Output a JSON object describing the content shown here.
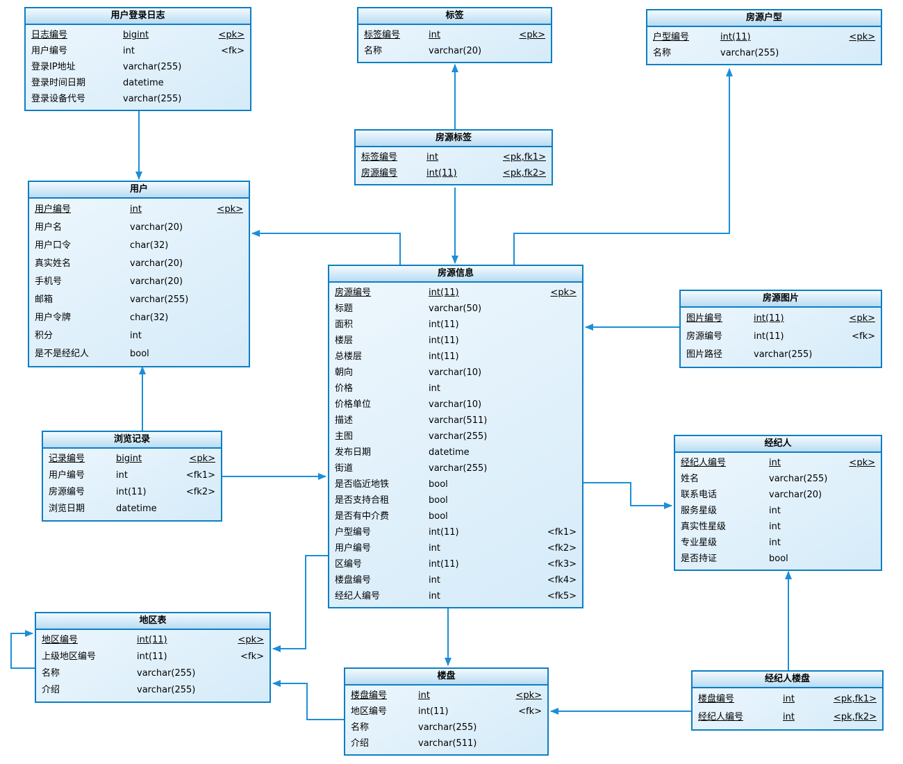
{
  "colors": {
    "background": "#ffffff",
    "table_border": "#0d7ec2",
    "header_top": "#f3fafe",
    "header_bottom": "#b9dcf3",
    "body_top": "#eef7fd",
    "body_bottom": "#d5ebf9",
    "connector": "#1b8ed8",
    "text": "#000000"
  },
  "tables": [
    {
      "id": "user_login_log",
      "title": "用户登录日志",
      "fields": [
        {
          "name": "日志编号",
          "type": "bigint",
          "key": "<pk>",
          "pk": true
        },
        {
          "name": "用户编号",
          "type": "int",
          "key": "<fk>"
        },
        {
          "name": "登录IP地址",
          "type": "varchar(255)",
          "key": ""
        },
        {
          "name": "登录时间日期",
          "type": "datetime",
          "key": ""
        },
        {
          "name": "登录设备代号",
          "type": "varchar(255)",
          "key": ""
        }
      ]
    },
    {
      "id": "tag",
      "title": "标签",
      "fields": [
        {
          "name": "标签编号",
          "type": "int",
          "key": "<pk>",
          "pk": true
        },
        {
          "name": "名称",
          "type": "varchar(20)",
          "key": ""
        }
      ]
    },
    {
      "id": "house_type",
      "title": "房源户型",
      "fields": [
        {
          "name": "户型编号",
          "type": "int(11)",
          "key": "<pk>",
          "pk": true
        },
        {
          "name": "名称",
          "type": "varchar(255)",
          "key": ""
        }
      ]
    },
    {
      "id": "house_tag",
      "title": "房源标签",
      "fields": [
        {
          "name": "标签编号",
          "type": "int",
          "key": "<pk,fk1>",
          "pk": true
        },
        {
          "name": "房源编号",
          "type": "int(11)",
          "key": "<pk,fk2>",
          "pk": true
        }
      ]
    },
    {
      "id": "user",
      "title": "用户",
      "fields": [
        {
          "name": "用户编号",
          "type": "int",
          "key": "<pk>",
          "pk": true
        },
        {
          "name": "用户名",
          "type": "varchar(20)",
          "key": ""
        },
        {
          "name": "用户口令",
          "type": "char(32)",
          "key": ""
        },
        {
          "name": "真实姓名",
          "type": "varchar(20)",
          "key": ""
        },
        {
          "name": "手机号",
          "type": "varchar(20)",
          "key": ""
        },
        {
          "name": "邮箱",
          "type": "varchar(255)",
          "key": ""
        },
        {
          "name": "用户令牌",
          "type": "char(32)",
          "key": ""
        },
        {
          "name": "积分",
          "type": "int",
          "key": ""
        },
        {
          "name": "是不是经纪人",
          "type": "bool",
          "key": ""
        }
      ]
    },
    {
      "id": "house_info",
      "title": "房源信息",
      "fields": [
        {
          "name": "房源编号",
          "type": "int(11)",
          "key": "<pk>",
          "pk": true
        },
        {
          "name": "标题",
          "type": "varchar(50)",
          "key": ""
        },
        {
          "name": "面积",
          "type": "int(11)",
          "key": ""
        },
        {
          "name": "楼层",
          "type": "int(11)",
          "key": ""
        },
        {
          "name": "总楼层",
          "type": "int(11)",
          "key": ""
        },
        {
          "name": "朝向",
          "type": "varchar(10)",
          "key": ""
        },
        {
          "name": "价格",
          "type": "int",
          "key": ""
        },
        {
          "name": "价格单位",
          "type": "varchar(10)",
          "key": ""
        },
        {
          "name": "描述",
          "type": "varchar(511)",
          "key": ""
        },
        {
          "name": "主图",
          "type": "varchar(255)",
          "key": ""
        },
        {
          "name": "发布日期",
          "type": "datetime",
          "key": ""
        },
        {
          "name": "街道",
          "type": "varchar(255)",
          "key": ""
        },
        {
          "name": "是否临近地铁",
          "type": "bool",
          "key": ""
        },
        {
          "name": "是否支持合租",
          "type": "bool",
          "key": ""
        },
        {
          "name": "是否有中介费",
          "type": "bool",
          "key": ""
        },
        {
          "name": "户型编号",
          "type": "int(11)",
          "key": "<fk1>"
        },
        {
          "name": "用户编号",
          "type": "int",
          "key": "<fk2>"
        },
        {
          "name": "区编号",
          "type": "int(11)",
          "key": "<fk3>"
        },
        {
          "name": "楼盘编号",
          "type": "int",
          "key": "<fk4>"
        },
        {
          "name": "经纪人编号",
          "type": "int",
          "key": "<fk5>"
        }
      ]
    },
    {
      "id": "house_image",
      "title": "房源图片",
      "fields": [
        {
          "name": "图片编号",
          "type": "int(11)",
          "key": "<pk>",
          "pk": true
        },
        {
          "name": "房源编号",
          "type": "int(11)",
          "key": "<fk>"
        },
        {
          "name": "图片路径",
          "type": "varchar(255)",
          "key": ""
        }
      ]
    },
    {
      "id": "browse_record",
      "title": "浏览记录",
      "fields": [
        {
          "name": "记录编号",
          "type": "bigint",
          "key": "<pk>",
          "pk": true
        },
        {
          "name": "用户编号",
          "type": "int",
          "key": "<fk1>"
        },
        {
          "name": "房源编号",
          "type": "int(11)",
          "key": "<fk2>"
        },
        {
          "name": "浏览日期",
          "type": "datetime",
          "key": ""
        }
      ]
    },
    {
      "id": "agent",
      "title": "经纪人",
      "fields": [
        {
          "name": "经纪人编号",
          "type": "int",
          "key": "<pk>",
          "pk": true
        },
        {
          "name": "姓名",
          "type": "varchar(255)",
          "key": ""
        },
        {
          "name": "联系电话",
          "type": "varchar(20)",
          "key": ""
        },
        {
          "name": "服务星级",
          "type": "int",
          "key": ""
        },
        {
          "name": "真实性星级",
          "type": "int",
          "key": ""
        },
        {
          "name": "专业星级",
          "type": "int",
          "key": ""
        },
        {
          "name": "是否持证",
          "type": "bool",
          "key": ""
        }
      ]
    },
    {
      "id": "region",
      "title": "地区表",
      "fields": [
        {
          "name": "地区编号",
          "type": "int(11)",
          "key": "<pk>",
          "pk": true
        },
        {
          "name": "上级地区编号",
          "type": "int(11)",
          "key": "<fk>"
        },
        {
          "name": "名称",
          "type": "varchar(255)",
          "key": ""
        },
        {
          "name": "介绍",
          "type": "varchar(255)",
          "key": ""
        }
      ]
    },
    {
      "id": "estate",
      "title": "楼盘",
      "fields": [
        {
          "name": "楼盘编号",
          "type": "int",
          "key": "<pk>",
          "pk": true
        },
        {
          "name": "地区编号",
          "type": "int(11)",
          "key": "<fk>"
        },
        {
          "name": "名称",
          "type": "varchar(255)",
          "key": ""
        },
        {
          "name": "介绍",
          "type": "varchar(511)",
          "key": ""
        }
      ]
    },
    {
      "id": "agent_estate",
      "title": "经纪人楼盘",
      "fields": [
        {
          "name": "楼盘编号",
          "type": "int",
          "key": "<pk,fk1>",
          "pk": true
        },
        {
          "name": "经纪人编号",
          "type": "int",
          "key": "<pk,fk2>",
          "pk": true
        }
      ]
    }
  ],
  "relationships": [
    {
      "from": "用户登录日志",
      "to": "用户"
    },
    {
      "from": "房源标签",
      "to": "标签"
    },
    {
      "from": "房源标签",
      "to": "房源信息"
    },
    {
      "from": "房源信息",
      "to": "用户"
    },
    {
      "from": "房源信息",
      "to": "房源户型"
    },
    {
      "from": "房源图片",
      "to": "房源信息"
    },
    {
      "from": "浏览记录",
      "to": "用户"
    },
    {
      "from": "浏览记录",
      "to": "房源信息"
    },
    {
      "from": "房源信息",
      "to": "经纪人"
    },
    {
      "from": "房源信息",
      "to": "地区表"
    },
    {
      "from": "楼盘",
      "to": "地区表"
    },
    {
      "from": "房源信息",
      "to": "楼盘"
    },
    {
      "from": "经纪人楼盘",
      "to": "楼盘"
    },
    {
      "from": "经纪人楼盘",
      "to": "经纪人"
    },
    {
      "from": "地区表",
      "to": "地区表"
    }
  ]
}
